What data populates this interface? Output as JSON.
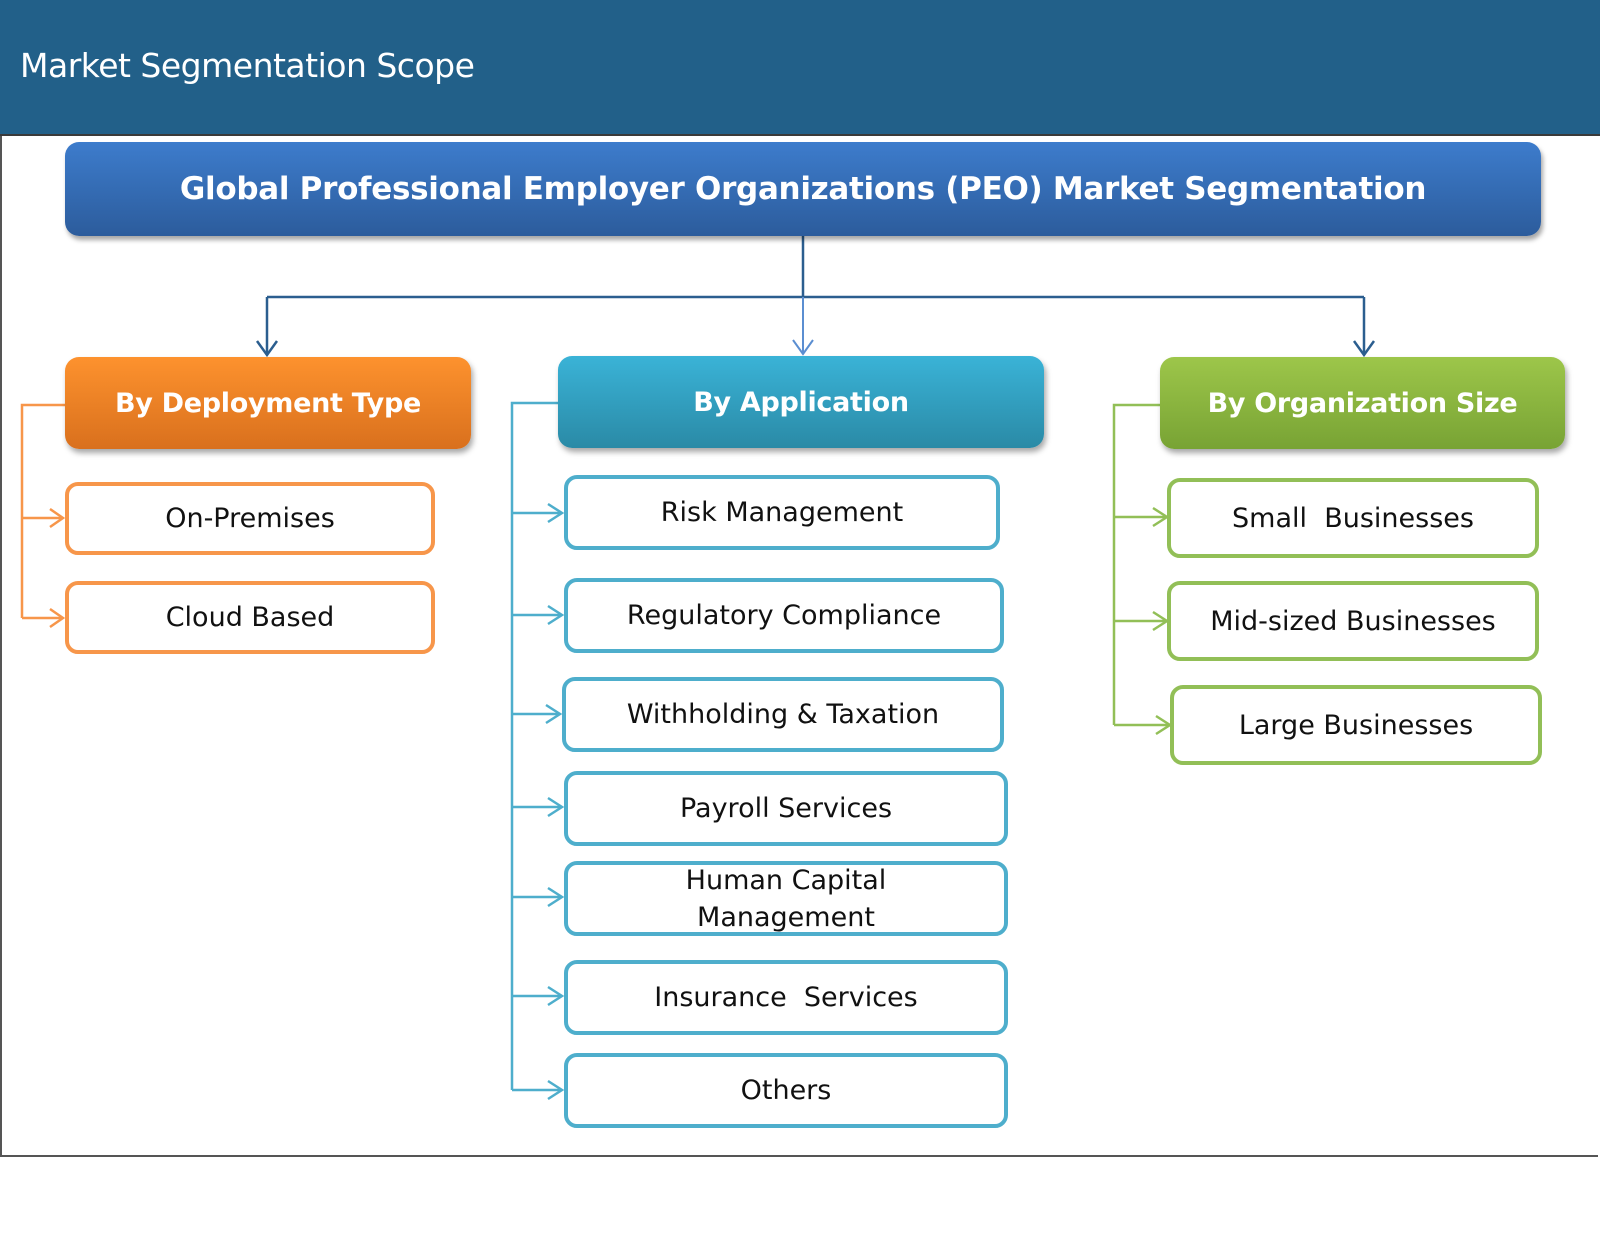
{
  "header": {
    "title": "Market Segmentation Scope"
  },
  "root": {
    "label": "Global Professional Employer Organizations (PEO) Market Segmentation"
  },
  "colors": {
    "header_bg": "#226089",
    "root": "#3570B8",
    "deployment": "#F7892A",
    "application": "#35A8CB",
    "organization_size": "#8DBB45",
    "connector_main": "#2B5E8F"
  },
  "segments": [
    {
      "label": "By Deployment Type",
      "items": [
        "On-Premises",
        "Cloud Based"
      ]
    },
    {
      "label": "By Application",
      "items": [
        "Risk Management",
        "Regulatory Compliance",
        "Withholding & Taxation",
        "Payroll Services",
        "Human Capital\nManagement",
        "Insurance  Services",
        "Others"
      ]
    },
    {
      "label": "By Organization Size",
      "items": [
        "Small  Businesses",
        "Mid-sized Businesses",
        "Large Businesses"
      ]
    }
  ]
}
